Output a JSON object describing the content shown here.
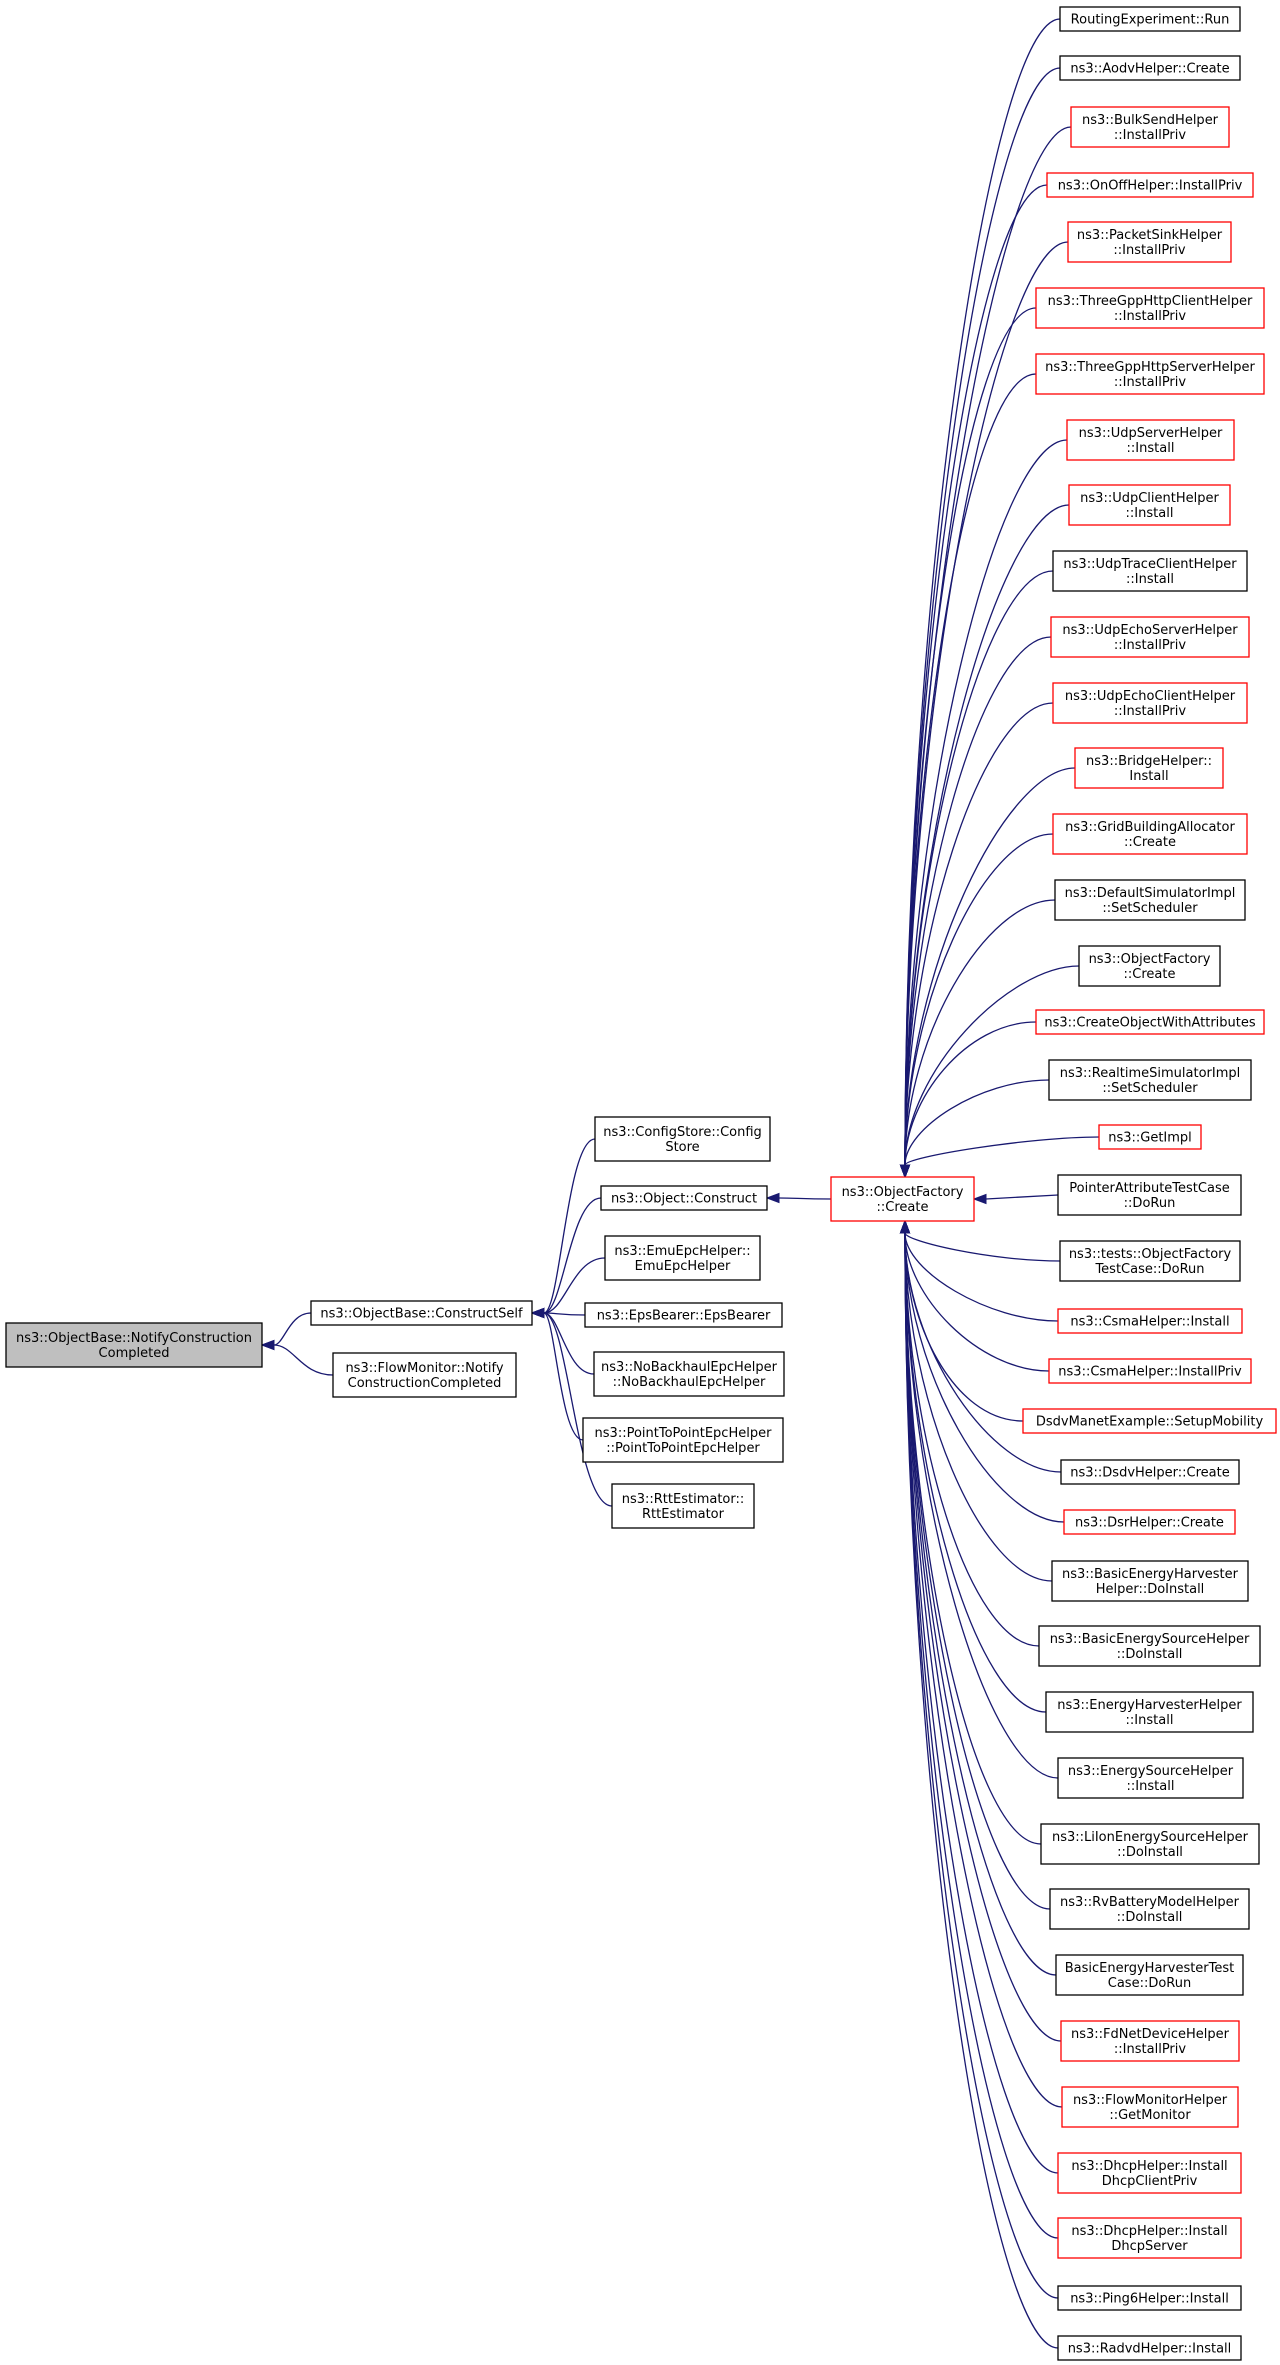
{
  "colors": {
    "edge": "#191970",
    "highlight_fill": "#bfbfbf",
    "black_border": "#000000",
    "red_border": "#ff0000"
  },
  "nodes": [
    {
      "id": "n_notify",
      "lines": [
        "ns3::ObjectBase::NotifyConstruction",
        "Completed"
      ],
      "border": "black",
      "highlight": true
    },
    {
      "id": "n_constructself",
      "lines": [
        "ns3::ObjectBase::ConstructSelf"
      ],
      "border": "black"
    },
    {
      "id": "n_flowmonitor_notify",
      "lines": [
        "ns3::FlowMonitor::Notify",
        "ConstructionCompleted"
      ],
      "border": "black"
    },
    {
      "id": "n_configstore",
      "lines": [
        "ns3::ConfigStore::Config",
        "Store"
      ],
      "border": "black"
    },
    {
      "id": "n_object_construct",
      "lines": [
        "ns3::Object::Construct"
      ],
      "border": "black"
    },
    {
      "id": "n_emuepc",
      "lines": [
        "ns3::EmuEpcHelper::",
        "EmuEpcHelper"
      ],
      "border": "black"
    },
    {
      "id": "n_epsbearer",
      "lines": [
        "ns3::EpsBearer::EpsBearer"
      ],
      "border": "black"
    },
    {
      "id": "n_nobackhaul",
      "lines": [
        "ns3::NoBackhaulEpcHelper",
        "::NoBackhaulEpcHelper"
      ],
      "border": "black"
    },
    {
      "id": "n_p2pepc",
      "lines": [
        "ns3::PointToPointEpcHelper",
        "::PointToPointEpcHelper"
      ],
      "border": "black"
    },
    {
      "id": "n_rtt",
      "lines": [
        "ns3::RttEstimator::",
        "RttEstimator"
      ],
      "border": "black"
    },
    {
      "id": "n_objfactory_center",
      "lines": [
        "ns3::ObjectFactory",
        "::Create"
      ],
      "border": "red"
    },
    {
      "id": "n_r01",
      "lines": [
        "RoutingExperiment::Run"
      ],
      "border": "black"
    },
    {
      "id": "n_r02",
      "lines": [
        "ns3::AodvHelper::Create"
      ],
      "border": "black"
    },
    {
      "id": "n_r03",
      "lines": [
        "ns3::BulkSendHelper",
        "::InstallPriv"
      ],
      "border": "red"
    },
    {
      "id": "n_r04",
      "lines": [
        "ns3::OnOffHelper::InstallPriv"
      ],
      "border": "red"
    },
    {
      "id": "n_r05",
      "lines": [
        "ns3::PacketSinkHelper",
        "::InstallPriv"
      ],
      "border": "red"
    },
    {
      "id": "n_r06",
      "lines": [
        "ns3::ThreeGppHttpClientHelper",
        "::InstallPriv"
      ],
      "border": "red"
    },
    {
      "id": "n_r07",
      "lines": [
        "ns3::ThreeGppHttpServerHelper",
        "::InstallPriv"
      ],
      "border": "red"
    },
    {
      "id": "n_r08",
      "lines": [
        "ns3::UdpServerHelper",
        "::Install"
      ],
      "border": "red"
    },
    {
      "id": "n_r09",
      "lines": [
        "ns3::UdpClientHelper",
        "::Install"
      ],
      "border": "red"
    },
    {
      "id": "n_r10",
      "lines": [
        "ns3::UdpTraceClientHelper",
        "::Install"
      ],
      "border": "black"
    },
    {
      "id": "n_r11",
      "lines": [
        "ns3::UdpEchoServerHelper",
        "::InstallPriv"
      ],
      "border": "red"
    },
    {
      "id": "n_r12",
      "lines": [
        "ns3::UdpEchoClientHelper",
        "::InstallPriv"
      ],
      "border": "red"
    },
    {
      "id": "n_r13",
      "lines": [
        "ns3::BridgeHelper::",
        "Install"
      ],
      "border": "red"
    },
    {
      "id": "n_r14",
      "lines": [
        "ns3::GridBuildingAllocator",
        "::Create"
      ],
      "border": "red"
    },
    {
      "id": "n_r15",
      "lines": [
        "ns3::DefaultSimulatorImpl",
        "::SetScheduler"
      ],
      "border": "black"
    },
    {
      "id": "n_r16",
      "lines": [
        "ns3::ObjectFactory",
        "::Create"
      ],
      "border": "black"
    },
    {
      "id": "n_r17",
      "lines": [
        "ns3::CreateObjectWithAttributes"
      ],
      "border": "red"
    },
    {
      "id": "n_r18",
      "lines": [
        "ns3::RealtimeSimulatorImpl",
        "::SetScheduler"
      ],
      "border": "black"
    },
    {
      "id": "n_r19",
      "lines": [
        "ns3::GetImpl"
      ],
      "border": "red"
    },
    {
      "id": "n_r20",
      "lines": [
        "PointerAttributeTestCase",
        "::DoRun"
      ],
      "border": "black"
    },
    {
      "id": "n_r21",
      "lines": [
        "ns3::tests::ObjectFactory",
        "TestCase::DoRun"
      ],
      "border": "black"
    },
    {
      "id": "n_r22",
      "lines": [
        "ns3::CsmaHelper::Install"
      ],
      "border": "red"
    },
    {
      "id": "n_r23",
      "lines": [
        "ns3::CsmaHelper::InstallPriv"
      ],
      "border": "red"
    },
    {
      "id": "n_r24",
      "lines": [
        "DsdvManetExample::SetupMobility"
      ],
      "border": "red"
    },
    {
      "id": "n_r25",
      "lines": [
        "ns3::DsdvHelper::Create"
      ],
      "border": "black"
    },
    {
      "id": "n_r26",
      "lines": [
        "ns3::DsrHelper::Create"
      ],
      "border": "red"
    },
    {
      "id": "n_r27",
      "lines": [
        "ns3::BasicEnergyHarvester",
        "Helper::DoInstall"
      ],
      "border": "black"
    },
    {
      "id": "n_r28",
      "lines": [
        "ns3::BasicEnergySourceHelper",
        "::DoInstall"
      ],
      "border": "black"
    },
    {
      "id": "n_r29",
      "lines": [
        "ns3::EnergyHarvesterHelper",
        "::Install"
      ],
      "border": "black"
    },
    {
      "id": "n_r30",
      "lines": [
        "ns3::EnergySourceHelper",
        "::Install"
      ],
      "border": "black"
    },
    {
      "id": "n_r31",
      "lines": [
        "ns3::LiIonEnergySourceHelper",
        "::DoInstall"
      ],
      "border": "black"
    },
    {
      "id": "n_r32",
      "lines": [
        "ns3::RvBatteryModelHelper",
        "::DoInstall"
      ],
      "border": "black"
    },
    {
      "id": "n_r33",
      "lines": [
        "BasicEnergyHarvesterTest",
        "Case::DoRun"
      ],
      "border": "black"
    },
    {
      "id": "n_r34",
      "lines": [
        "ns3::FdNetDeviceHelper",
        "::InstallPriv"
      ],
      "border": "red"
    },
    {
      "id": "n_r35",
      "lines": [
        "ns3::FlowMonitorHelper",
        "::GetMonitor"
      ],
      "border": "red"
    },
    {
      "id": "n_r36",
      "lines": [
        "ns3::DhcpHelper::Install",
        "DhcpClientPriv"
      ],
      "border": "red"
    },
    {
      "id": "n_r37",
      "lines": [
        "ns3::DhcpHelper::Install",
        "DhcpServer"
      ],
      "border": "red"
    },
    {
      "id": "n_r38",
      "lines": [
        "ns3::Ping6Helper::Install"
      ],
      "border": "black"
    },
    {
      "id": "n_r39",
      "lines": [
        "ns3::RadvdHelper::Install"
      ],
      "border": "black"
    }
  ],
  "edges": [
    {
      "from": "n_constructself",
      "to": "n_notify"
    },
    {
      "from": "n_flowmonitor_notify",
      "to": "n_notify"
    },
    {
      "from": "n_configstore",
      "to": "n_constructself"
    },
    {
      "from": "n_object_construct",
      "to": "n_constructself"
    },
    {
      "from": "n_emuepc",
      "to": "n_constructself"
    },
    {
      "from": "n_epsbearer",
      "to": "n_constructself"
    },
    {
      "from": "n_nobackhaul",
      "to": "n_constructself"
    },
    {
      "from": "n_p2pepc",
      "to": "n_constructself"
    },
    {
      "from": "n_rtt",
      "to": "n_constructself"
    },
    {
      "from": "n_objfactory_center",
      "to": "n_object_construct"
    },
    {
      "from": "n_r01",
      "to": "n_objfactory_center"
    },
    {
      "from": "n_r02",
      "to": "n_objfactory_center"
    },
    {
      "from": "n_r03",
      "to": "n_objfactory_center"
    },
    {
      "from": "n_r04",
      "to": "n_objfactory_center"
    },
    {
      "from": "n_r05",
      "to": "n_objfactory_center"
    },
    {
      "from": "n_r06",
      "to": "n_objfactory_center"
    },
    {
      "from": "n_r07",
      "to": "n_objfactory_center"
    },
    {
      "from": "n_r08",
      "to": "n_objfactory_center"
    },
    {
      "from": "n_r09",
      "to": "n_objfactory_center"
    },
    {
      "from": "n_r10",
      "to": "n_objfactory_center"
    },
    {
      "from": "n_r11",
      "to": "n_objfactory_center"
    },
    {
      "from": "n_r12",
      "to": "n_objfactory_center"
    },
    {
      "from": "n_r13",
      "to": "n_objfactory_center"
    },
    {
      "from": "n_r14",
      "to": "n_objfactory_center"
    },
    {
      "from": "n_r15",
      "to": "n_objfactory_center"
    },
    {
      "from": "n_r16",
      "to": "n_objfactory_center"
    },
    {
      "from": "n_r17",
      "to": "n_objfactory_center"
    },
    {
      "from": "n_r18",
      "to": "n_objfactory_center"
    },
    {
      "from": "n_r19",
      "to": "n_objfactory_center"
    },
    {
      "from": "n_r20",
      "to": "n_objfactory_center"
    },
    {
      "from": "n_r21",
      "to": "n_objfactory_center"
    },
    {
      "from": "n_r22",
      "to": "n_objfactory_center"
    },
    {
      "from": "n_r23",
      "to": "n_objfactory_center"
    },
    {
      "from": "n_r24",
      "to": "n_objfactory_center"
    },
    {
      "from": "n_r25",
      "to": "n_objfactory_center"
    },
    {
      "from": "n_r26",
      "to": "n_objfactory_center"
    },
    {
      "from": "n_r27",
      "to": "n_objfactory_center"
    },
    {
      "from": "n_r28",
      "to": "n_objfactory_center"
    },
    {
      "from": "n_r29",
      "to": "n_objfactory_center"
    },
    {
      "from": "n_r30",
      "to": "n_objfactory_center"
    },
    {
      "from": "n_r31",
      "to": "n_objfactory_center"
    },
    {
      "from": "n_r32",
      "to": "n_objfactory_center"
    },
    {
      "from": "n_r33",
      "to": "n_objfactory_center"
    },
    {
      "from": "n_r34",
      "to": "n_objfactory_center"
    },
    {
      "from": "n_r35",
      "to": "n_objfactory_center"
    },
    {
      "from": "n_r36",
      "to": "n_objfactory_center"
    },
    {
      "from": "n_r37",
      "to": "n_objfactory_center"
    },
    {
      "from": "n_r38",
      "to": "n_objfactory_center"
    },
    {
      "from": "n_r39",
      "to": "n_objfactory_center"
    }
  ]
}
